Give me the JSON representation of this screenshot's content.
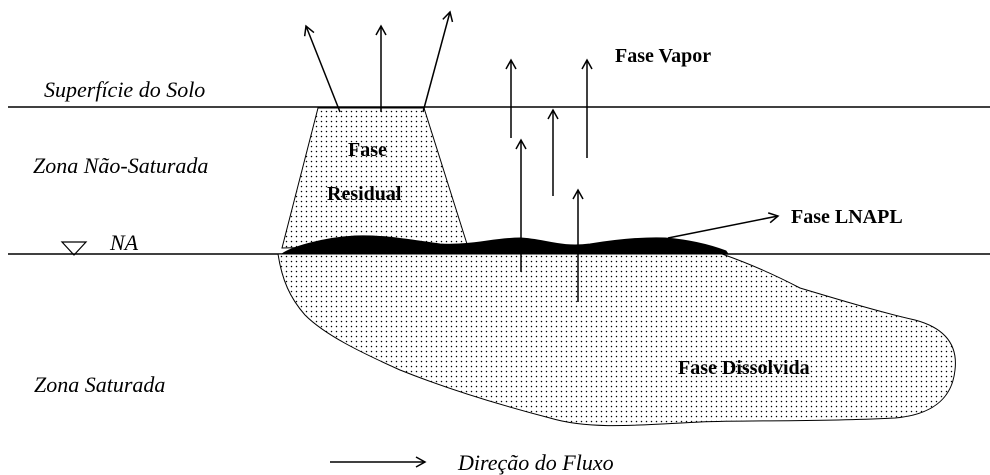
{
  "labels": {
    "surface": "Superfície do Solo",
    "unsaturated_zone": "Zona Não-Saturada",
    "water_table": "NA",
    "saturated_zone": "Zona Saturada",
    "vapor_phase": "Fase Vapor",
    "residual_phase_line1": "Fase",
    "residual_phase_line2": "Residual",
    "lnapl_phase": "Fase LNAPL",
    "dissolved_phase": "Fase Dissolvida",
    "flow_direction": "Direção do Fluxo"
  }
}
